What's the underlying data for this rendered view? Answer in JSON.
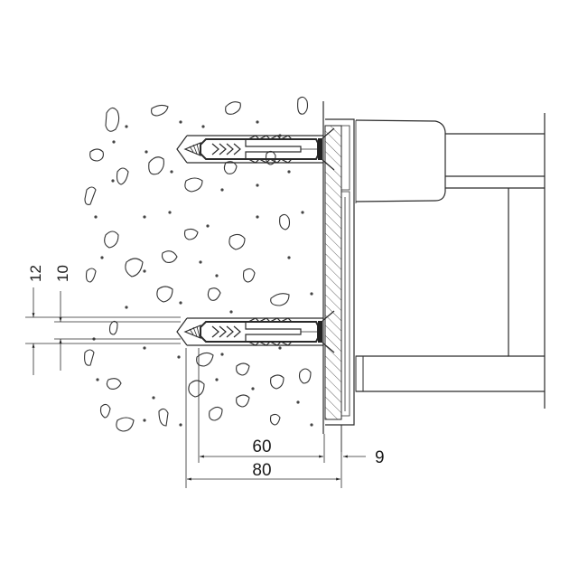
{
  "drawing": {
    "type": "technical-section-drawing",
    "subject": "wall-mounted bracket fixed with two plastic anchors and screws into concrete",
    "colors": {
      "line": "#2a2a2a",
      "background": "#ffffff",
      "hatch": "#555555"
    }
  },
  "dimensions": {
    "anchor_depth": {
      "value": "60",
      "orientation": "horizontal"
    },
    "drill_depth": {
      "value": "80",
      "orientation": "horizontal"
    },
    "plate_thickness": {
      "value": "9",
      "orientation": "horizontal"
    },
    "drill_diameter": {
      "value": "12",
      "orientation": "vertical"
    },
    "anchor_diameter": {
      "value": "10",
      "orientation": "vertical"
    }
  },
  "components": {
    "wall": "concrete-with-aggregate",
    "anchors": [
      "upper-anchor",
      "lower-anchor"
    ],
    "mounting_plate": "hatched-section",
    "bracket": "cover-and-arm-profile"
  }
}
